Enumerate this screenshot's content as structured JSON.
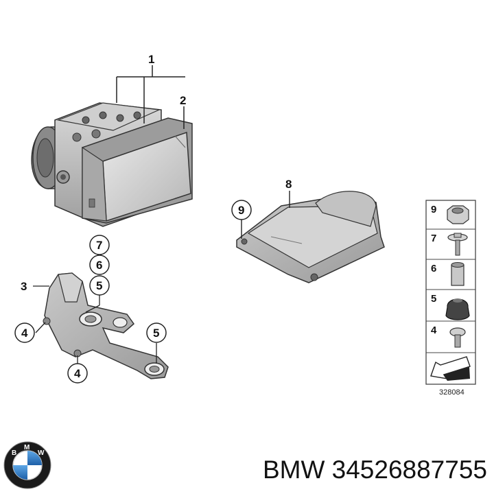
{
  "callouts": {
    "c1": "1",
    "c2": "2",
    "c3": "3",
    "c4a": "4",
    "c4b": "4",
    "c5a": "5",
    "c5b": "5",
    "c6": "6",
    "c7": "7",
    "c8": "8",
    "c9": "9"
  },
  "legend": [
    "9",
    "7",
    "6",
    "5",
    "4"
  ],
  "diagram_ref": "328084",
  "brand": {
    "logo_letters": [
      "B",
      "M",
      "W"
    ]
  },
  "caption": "BMW 34526887755",
  "colors": {
    "bmw_blue": "#2a79c4",
    "part_gray": "#b9b9b9",
    "line": "#333333"
  }
}
